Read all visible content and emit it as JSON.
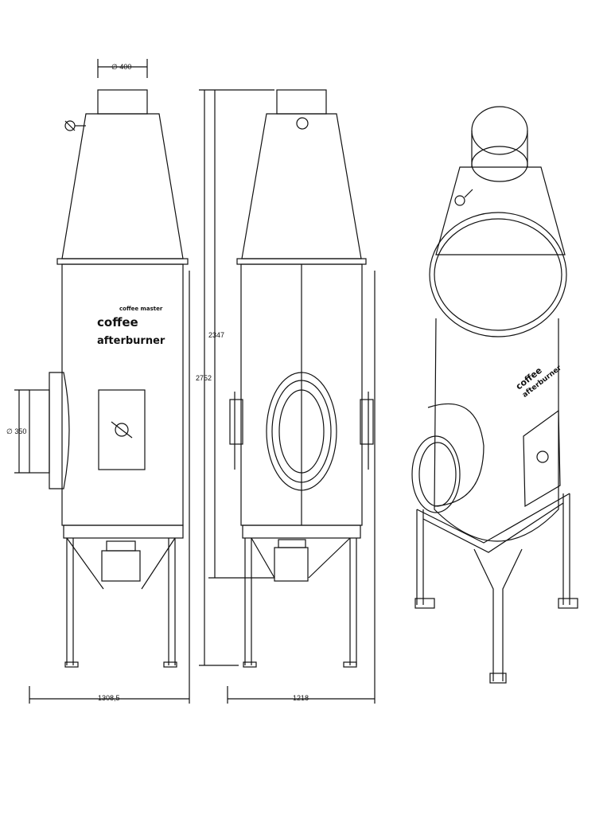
{
  "dimensions": {
    "top_outlet_diameter": "∅ 400",
    "inlet_diameter": "∅ 350",
    "cylinder_height": "2347",
    "total_height": "2752",
    "side_width": "1308,5",
    "front_width": "1218"
  },
  "logo": {
    "line1": "coffee",
    "line2": "afterburner",
    "brand_small": "coffee master"
  }
}
